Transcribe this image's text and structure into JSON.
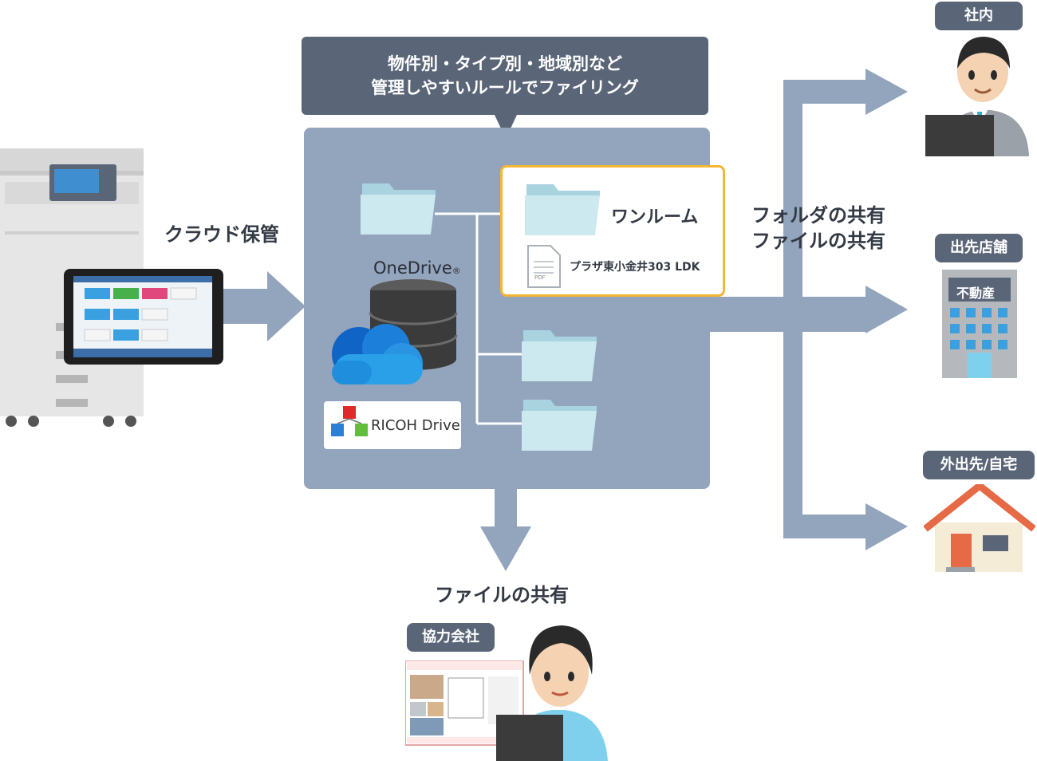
{
  "banner": {
    "line1": "物件別・タイプ別・地域別など",
    "line2": "管理しやすいルールでファイリング"
  },
  "labels": {
    "cloud_storage": "クラウド保管",
    "share_folder": "フォルダの共有",
    "share_file": "ファイルの共有",
    "share_file_bottom": "ファイルの共有"
  },
  "folder_card": {
    "title": "ワンルーム",
    "file_name": "プラザ東小金井303 LDK",
    "pdf_label": "PDF"
  },
  "services": {
    "onedrive": "OneDrive",
    "onedrive_mark": "®",
    "ricoh": "RICOH Drive"
  },
  "destinations": {
    "internal": "社内",
    "branch": "出先店舗",
    "branch_sign": "不動産",
    "remote": "外出先/自宅",
    "partner": "協力会社"
  },
  "colors": {
    "panel": "#93a4bd",
    "banner": "#5a6678",
    "arrow": "#93a4bd",
    "card_border": "#f5b732",
    "folder": "#bfe3ea"
  }
}
